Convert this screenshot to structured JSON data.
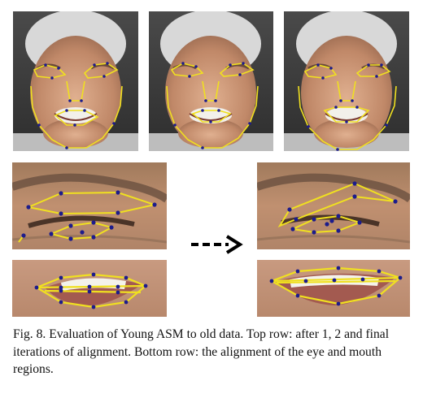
{
  "figure": {
    "caption": "Fig. 8. Evaluation of Young ASM to old data. Top row: after 1, 2 and final iterations of alignment. Bottom row: the alignment of the eye and mouth regions.",
    "colors": {
      "landmark_line": "#f0e020",
      "landmark_point": "#1c1c8c",
      "background": "#3a3a3a",
      "skin": "#c89878",
      "hair": "#dcdcdc"
    },
    "panels": [
      {
        "name": "alignment-iteration-1",
        "icon": "face-photo"
      },
      {
        "name": "alignment-iteration-2",
        "icon": "face-photo"
      },
      {
        "name": "alignment-final-iteration",
        "icon": "face-photo"
      },
      {
        "name": "eye-region-before",
        "icon": "eye-closeup"
      },
      {
        "name": "eye-region-after",
        "icon": "eye-closeup"
      },
      {
        "name": "mouth-region-before",
        "icon": "mouth-closeup"
      },
      {
        "name": "mouth-region-after",
        "icon": "mouth-closeup"
      }
    ],
    "arrow_icon": "dashed-right-arrow"
  }
}
